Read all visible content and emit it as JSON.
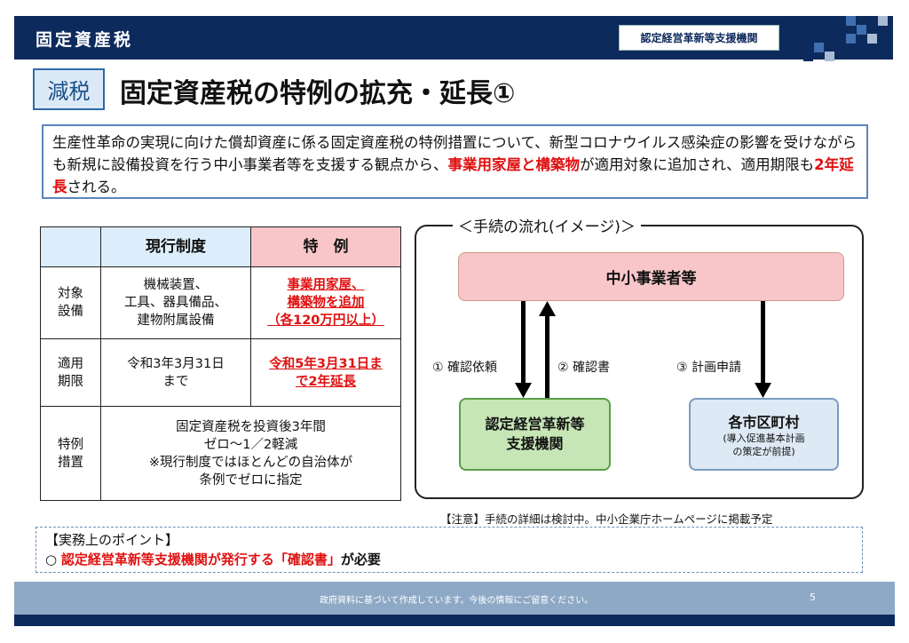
{
  "header": {
    "section": "固定資産税",
    "org_badge": "認定経営革新等支援機関"
  },
  "title": {
    "tag": "減税",
    "text": "固定資産税の特例の拡充・延長①"
  },
  "intro": {
    "part1": "生産性革命の実現に向けた償却資産に係る固定資産税の特例措置について、新型コロナウイルス感染症の影響を受けながらも新規に設備投資を行う中小事業者等を支援する観点から、",
    "highlight1": "事業用家屋と構築物",
    "part2": "が適用対象に追加され、適用期限も",
    "highlight2": "2年延長",
    "part3": "される。"
  },
  "table": {
    "headers": [
      "",
      "現行制度",
      "特　例"
    ],
    "rows": [
      {
        "label": [
          "対象",
          "設備"
        ],
        "current": [
          "機械装置、",
          "工具、器具備品、",
          "建物附属設備"
        ],
        "special": [
          "事業用家屋、",
          "構築物を追加",
          "（各120万円以上）"
        ]
      },
      {
        "label": [
          "適用",
          "期限"
        ],
        "current": [
          "令和3年3月31日",
          "まで"
        ],
        "special": [
          "令和5年3月31日ま",
          "で2年延長"
        ]
      },
      {
        "label": [
          "特例",
          "措置"
        ],
        "merged": [
          "固定資産税を投資後3年間",
          "ゼロ～1／2軽減",
          "※現行制度ではほとんどの自治体が",
          "条例でゼロに指定"
        ]
      }
    ]
  },
  "flow": {
    "title": "＜手続の流れ(イメージ)＞",
    "sme": "中小事業者等",
    "step1": "① 確認依頼",
    "step2": "② 確認書",
    "step3": "③ 計画申請",
    "institution": [
      "認定経営革新等",
      "支援機関"
    ],
    "municipality": "各市区町村",
    "muni_note": [
      "(導入促進基本計画",
      "の策定が前提)"
    ]
  },
  "note": "【注意】手続の詳細は検討中。中小企業庁ホームページに掲載予定",
  "point": {
    "heading": "【実務上のポイント】",
    "bullet": "○ ",
    "red": "認定経営革新等支援機関が発行する「確認書」",
    "rest": "が必要"
  },
  "footer": {
    "text": "政府資料に基づいて作成しています。今後の情報にご留意ください。",
    "page": "5"
  }
}
